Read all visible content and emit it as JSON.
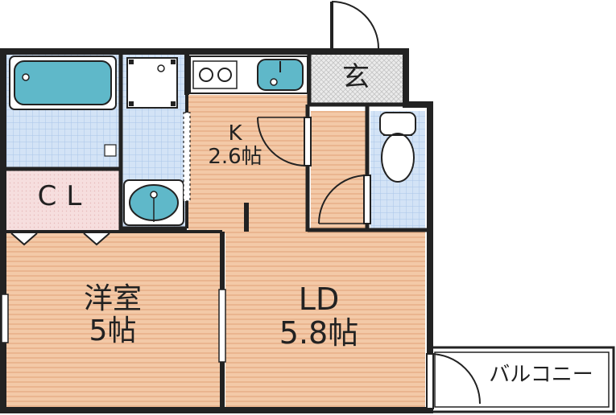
{
  "rooms": {
    "kitchen": {
      "name": "K",
      "size": "2.6帖"
    },
    "western_room": {
      "name": "洋室",
      "size": "5帖"
    },
    "living_dining": {
      "name": "LD",
      "size": "5.8帖"
    },
    "closet": {
      "name": "CL"
    },
    "entrance": {
      "name": "玄"
    },
    "balcony": {
      "name": "バルコニー"
    }
  },
  "colors": {
    "wall": "#222222",
    "room_floor": "#f3c9a7",
    "floor_stripe": "#e9b48d",
    "wet_area": "#cfe1f5",
    "wet_grid": "#a9c6e8",
    "fixture_blue": "#5fb8c9",
    "closet_floor": "#f6dede",
    "entrance_tile": "#e6e6e6"
  }
}
